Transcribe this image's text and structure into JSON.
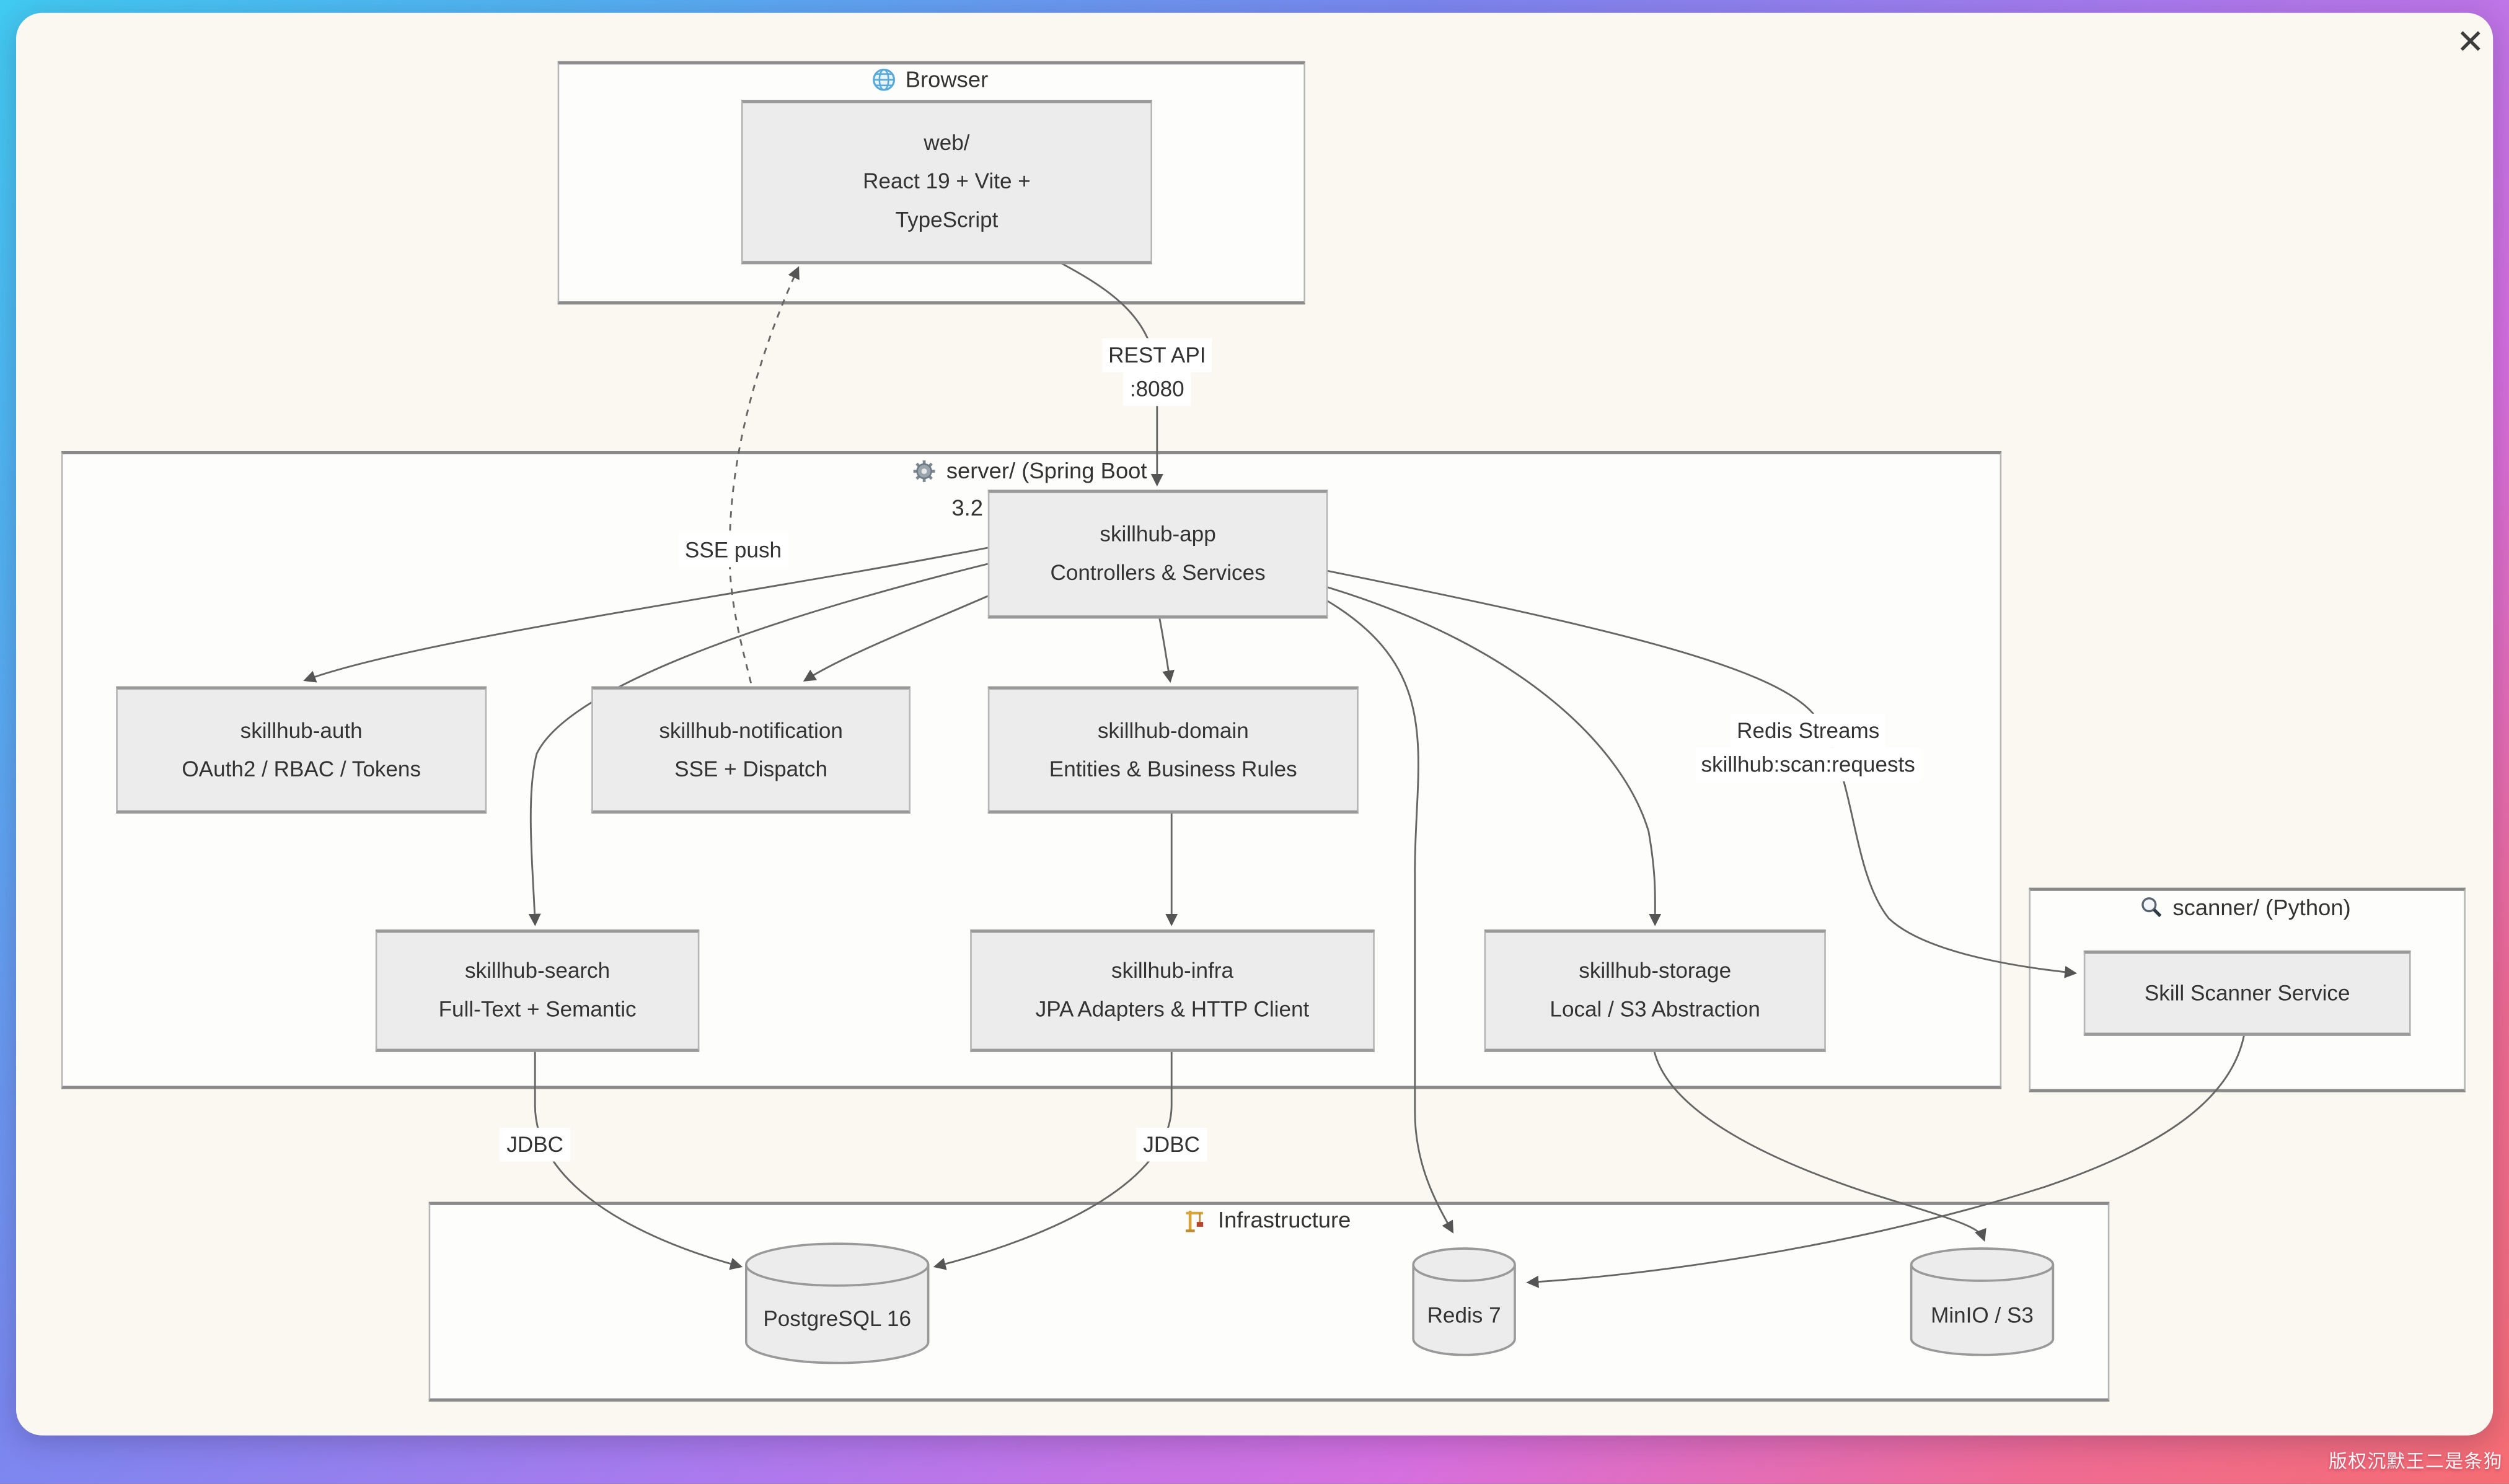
{
  "window": {
    "close_icon": "✕",
    "watermark": "版权沉默王二是条狗"
  },
  "colors": {
    "backdrop_gradient": [
      "#41cbf2",
      "#7b87ef",
      "#d66fdf",
      "#f56d72"
    ],
    "modal_background": "#faf8f1",
    "container_fill": "#fdfdfc",
    "node_fill": "#ececec",
    "node_border": "#999999",
    "edge_stroke": "#666666",
    "text": "#333333"
  },
  "diagram": {
    "browser": {
      "icon": "globe",
      "label": "Browser"
    },
    "server": {
      "icon": "gear",
      "label_line1": "server/ (Spring Boot",
      "label_line2": "3.2"
    },
    "scanner": {
      "icon": "magnifier",
      "label": "scanner/ (Python)"
    },
    "infrastructure": {
      "icon": "crane",
      "label": "Infrastructure"
    },
    "nodes": {
      "web": {
        "line1": "web/",
        "line2": "React 19 + Vite +",
        "line3": "TypeScript"
      },
      "app": {
        "line1": "skillhub-app",
        "line2": "Controllers & Services"
      },
      "auth": {
        "line1": "skillhub-auth",
        "line2": "OAuth2 / RBAC / Tokens"
      },
      "notification": {
        "line1": "skillhub-notification",
        "line2": "SSE + Dispatch"
      },
      "domain": {
        "line1": "skillhub-domain",
        "line2": "Entities & Business Rules"
      },
      "search": {
        "line1": "skillhub-search",
        "line2": "Full-Text + Semantic"
      },
      "infra": {
        "line1": "skillhub-infra",
        "line2": "JPA Adapters & HTTP Client"
      },
      "storage": {
        "line1": "skillhub-storage",
        "line2": "Local / S3 Abstraction"
      },
      "scanner_service": {
        "line1": "Skill Scanner Service"
      }
    },
    "edge_labels": {
      "rest_api_line1": "REST API",
      "rest_api_line2": ":8080",
      "sse_push": "SSE push",
      "redis_streams_line1": "Redis Streams",
      "redis_streams_line2": "skillhub:scan:requests",
      "jdbc_left": "JDBC",
      "jdbc_right": "JDBC"
    },
    "databases": {
      "postgres": "PostgreSQL 16",
      "redis": "Redis 7",
      "minio": "MinIO / S3"
    }
  }
}
